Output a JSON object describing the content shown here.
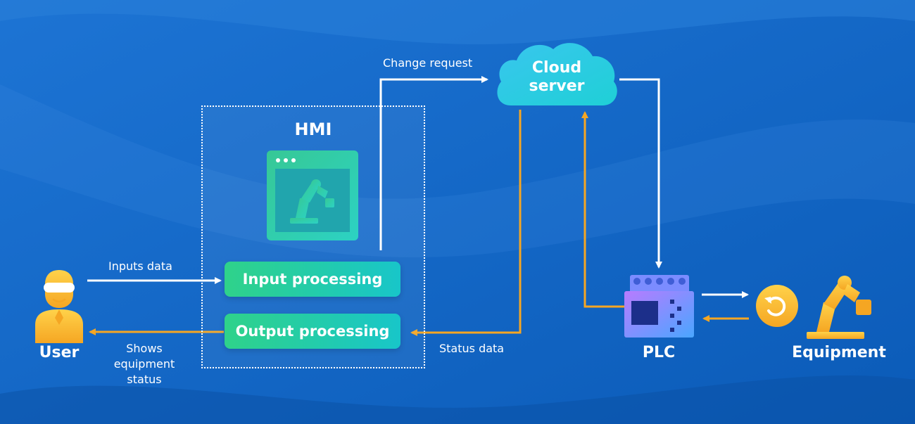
{
  "hmi": {
    "title": "HMI",
    "input_label": "Input processing",
    "output_label": "Output processing"
  },
  "cloud": {
    "line1": "Cloud",
    "line2": "server"
  },
  "user": {
    "label": "User"
  },
  "plc": {
    "label": "PLC"
  },
  "equipment": {
    "label": "Equipment"
  },
  "edges": {
    "inputs_data": "Inputs data",
    "shows_status_1": "Shows",
    "shows_status_2": "equipment",
    "shows_status_3": "status",
    "change_request": "Change request",
    "status_data": "Status data"
  },
  "colors": {
    "background": "#1266c4",
    "white_arrow": "#ffffff",
    "orange_arrow": "#f5a623",
    "green": "#2fd28a",
    "teal": "#18c6c9",
    "yellow": "#f7b733"
  },
  "icons": [
    "user-icon",
    "hmi-window-icon",
    "robot-arm-icon",
    "cloud-icon",
    "plc-icon",
    "rotate-icon",
    "equipment-arm-icon"
  ]
}
